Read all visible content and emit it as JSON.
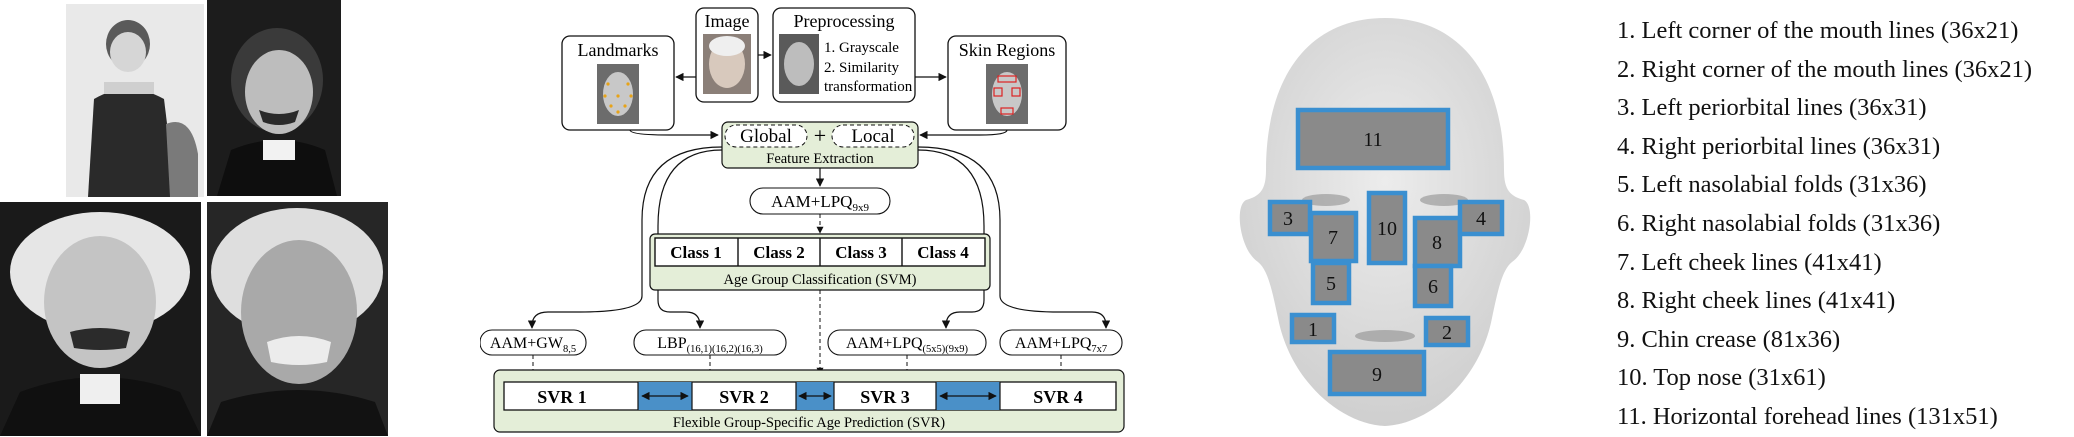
{
  "diagram": {
    "image_label": "Image",
    "preprocessing": {
      "title": "Preprocessing",
      "line1": "1. Grayscale",
      "line2": "2. Similarity",
      "line3": "transformation"
    },
    "landmarks_label": "Landmarks",
    "skin_regions_label": "Skin Regions",
    "feature_extraction": {
      "global": "Global",
      "plus": "+",
      "local": "Local",
      "caption": "Feature Extraction"
    },
    "classifier_feature": {
      "base": "AAM+LPQ",
      "sub": "9x9"
    },
    "age_group": {
      "classes": [
        "Class 1",
        "Class 2",
        "Class 3",
        "Class 4"
      ],
      "caption": "Age Group Classification (SVM)"
    },
    "features": [
      {
        "base": "AAM+GW",
        "sub": "8,5"
      },
      {
        "base": "LBP",
        "sub": "(16,1)(16,2)(16,3)"
      },
      {
        "base": "AAM+LPQ",
        "sub": "(5x5)(9x9)"
      },
      {
        "base": "AAM+LPQ",
        "sub": "7x7"
      }
    ],
    "svr": {
      "labels": [
        "SVR 1",
        "SVR 2",
        "SVR 3",
        "SVR 4"
      ],
      "caption": "Flexible Group-Specific Age Prediction (SVR)"
    }
  },
  "face_regions": [
    "11",
    "3",
    "7",
    "10",
    "8",
    "4",
    "5",
    "6",
    "1",
    "2",
    "9"
  ],
  "legend": [
    "1. Left corner of the mouth lines (36x21)",
    "2. Right corner of the mouth lines (36x21)",
    "3. Left periorbital lines (36x31)",
    "4. Right periorbital lines (36x31)",
    "5. Left nasolabial folds (31x36)",
    "6. Right nasolabial folds (31x36)",
    "7. Left cheek lines (41x41)",
    "8. Right cheek lines (41x41)",
    "9. Chin crease (81x36)",
    "10. Top nose (31x61)",
    "11. Horizontal forehead lines (131x51)"
  ],
  "colors": {
    "region_border": "#3a8fd0",
    "panel_fill": "#e4eed8",
    "arrow_band": "#4a90c8"
  }
}
